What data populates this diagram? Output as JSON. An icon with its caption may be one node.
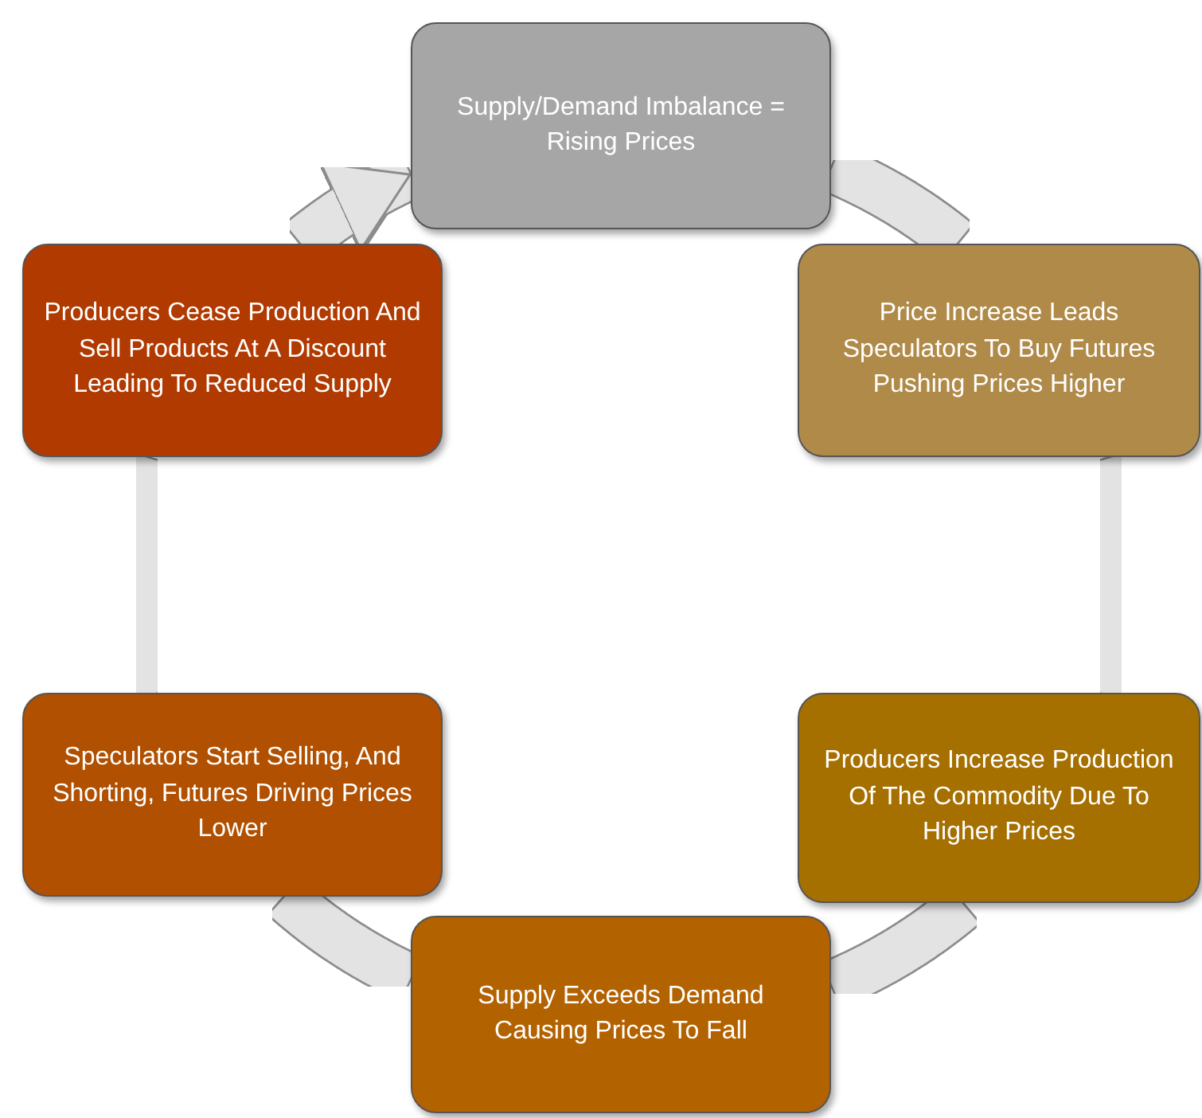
{
  "diagram": {
    "nodes": [
      {
        "text": [
          "Supply/Demand Imbalance = Rising Prices"
        ]
      },
      {
        "text": [
          "Price Increase Leads Speculators To Buy Futures Pushing Prices Higher"
        ]
      },
      {
        "text": [
          "Producers Increase Production Of The Commodity Due To Higher Prices"
        ]
      },
      {
        "text": [
          "Supply Exceeds Demand Causing Prices To Fall"
        ]
      },
      {
        "text": [
          "Speculators Start Selling, And Shorting, Futures Driving Prices Lower"
        ]
      },
      {
        "text": [
          "Producers Cease Production And Sell Products At A Discount Leading To Reduced Supply"
        ]
      }
    ],
    "edges": [
      {
        "from": 0,
        "to": 1,
        "arrow": "none"
      },
      {
        "from": 1,
        "to": 2,
        "arrow": "none"
      },
      {
        "from": 2,
        "to": 3,
        "arrow": "none"
      },
      {
        "from": 3,
        "to": 4,
        "arrow": "none"
      },
      {
        "from": 4,
        "to": 5,
        "arrow": "none"
      },
      {
        "from": 5,
        "to": 0,
        "arrow": "to"
      }
    ]
  }
}
